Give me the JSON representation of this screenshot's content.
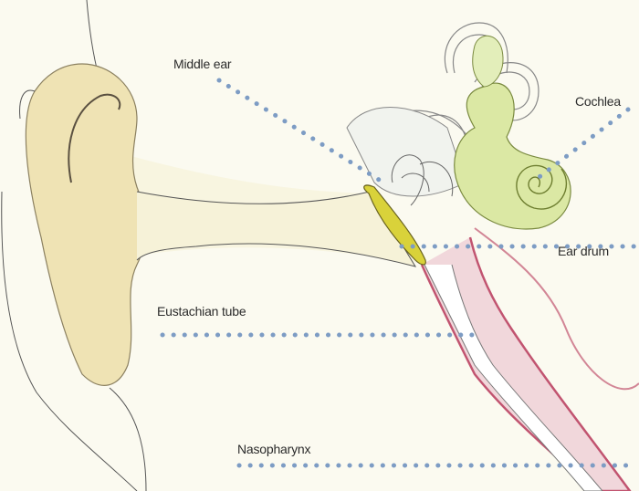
{
  "labels": {
    "middle_ear": "Middle ear",
    "cochlea": "Cochlea",
    "ear_drum": "Ear drum",
    "eustachian_tube": "Eustachian tube",
    "nasopharynx": "Nasopharynx"
  },
  "colors": {
    "background": "#fbfaf0",
    "outer_ear_fill": "#efe3b4",
    "canal_fill": "#f6f2d8",
    "ear_drum": "#d9d23a",
    "cochlea": "#dbe8a4",
    "tissue": "#b8385a",
    "leader_dots": "#7d9cc4",
    "outline": "#555"
  }
}
